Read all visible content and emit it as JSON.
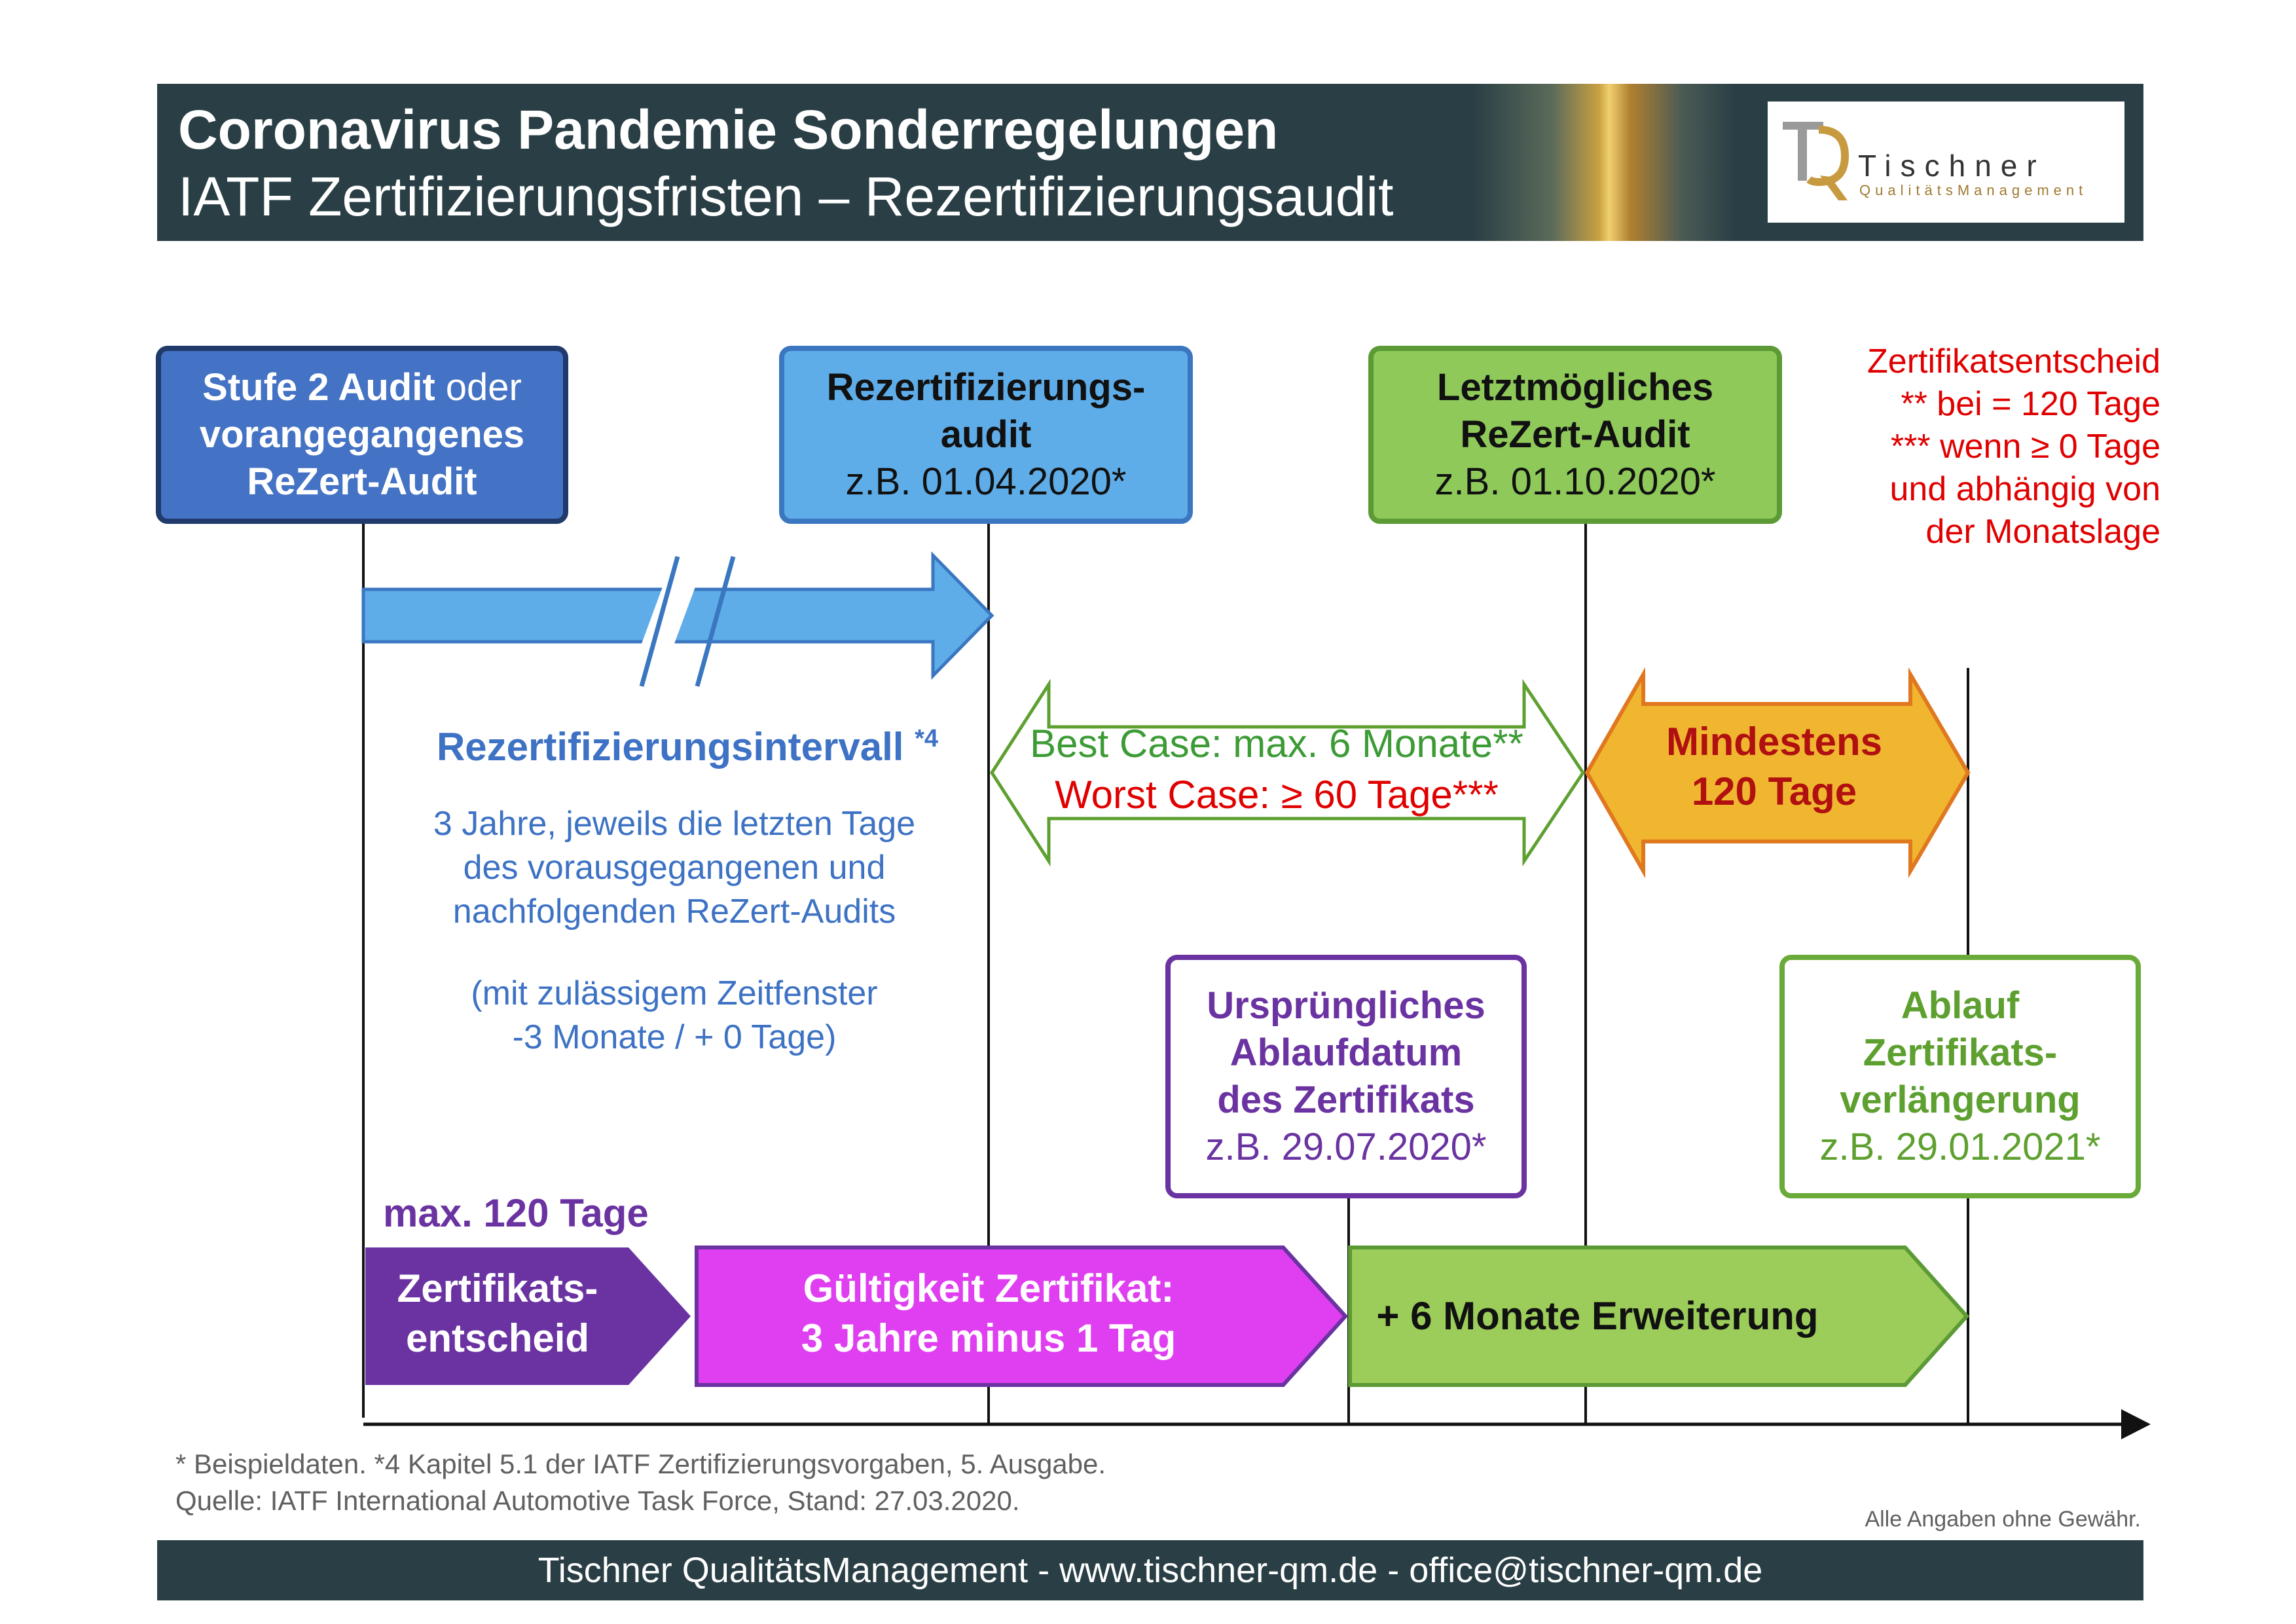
{
  "header": {
    "title_line1": "Coronavirus Pandemie Sonderregelungen",
    "title_line2": "IATF Zertifizierungsfristen – Rezertifizierungsaudit",
    "logo_name": "Tischner",
    "logo_subtitle": "QualitätsManagement"
  },
  "boxes": {
    "stufe": {
      "bold": "Stufe 2 Audit",
      "rest": " oder",
      "line2": "vorangegangenes",
      "line3": "ReZert-Audit"
    },
    "rezert": {
      "line1": "Rezertifizierungs-",
      "line2": "audit",
      "date": "z.B. 01.04.2020*"
    },
    "letzt": {
      "line1": "Letztmögliches",
      "line2": "ReZert-Audit",
      "date": "z.B. 01.10.2020*"
    },
    "urspr": {
      "line1": "Ursprüngliches",
      "line2": "Ablaufdatum",
      "line3": "des Zertifikats",
      "date": "z.B. 29.07.2020*"
    },
    "ablauf": {
      "line1": "Ablauf",
      "line2": "Zertifikats-",
      "line3": "verlängerung",
      "date": "z.B. 29.01.2021*"
    }
  },
  "note_red": [
    "Zertifikatsentscheid",
    "** bei = 120 Tage",
    "*** wenn ≥ 0 Tage",
    "und abhängig von",
    "der Monatslage"
  ],
  "interval": {
    "title": "Rezertifizierungsintervall",
    "title_sup": "*4",
    "body": [
      "3 Jahre, jeweils die letzten Tage",
      "des vorausgegangenen und",
      "nachfolgenden ReZert-Audits"
    ],
    "window": [
      "(mit zulässigem Zeitfenster",
      "-3 Monate / + 0 Tage)"
    ]
  },
  "cases": {
    "best": "Best Case: max. 6 Monate**",
    "worst": "Worst Case: ≥ 60 Tage***"
  },
  "mindestens": {
    "line1": "Mindestens",
    "line2": "120 Tage"
  },
  "timeline": {
    "max_label": "max. 120 Tage",
    "entscheid": {
      "line1": "Zertifikats-",
      "line2": "entscheid"
    },
    "gueltigkeit": {
      "line1": "Gültigkeit Zertifikat:",
      "line2": "3 Jahre minus 1 Tag"
    },
    "erweiterung": "+ 6 Monate Erweiterung"
  },
  "footnotes": {
    "line1": "* Beispieldaten. *4 Kapitel 5.1 der IATF Zertifizierungsvorgaben, 5. Ausgabe.",
    "line2": "Quelle: IATF International Automotive Task Force, Stand: 27.03.2020.",
    "disclaimer": "Alle Angaben ohne Gewähr."
  },
  "footer": {
    "text": "Tischner QualitätsManagement - www.tischner-qm.de - office@tischner-qm.de"
  },
  "colors": {
    "header_bg": "#2a3f45",
    "blue": "#4472c4",
    "light_blue": "#5fade8",
    "green": "#8ec95a",
    "purple": "#6a33a1",
    "magenta": "#df3ff0",
    "orange": "#f0b630",
    "red": "#e00000"
  }
}
